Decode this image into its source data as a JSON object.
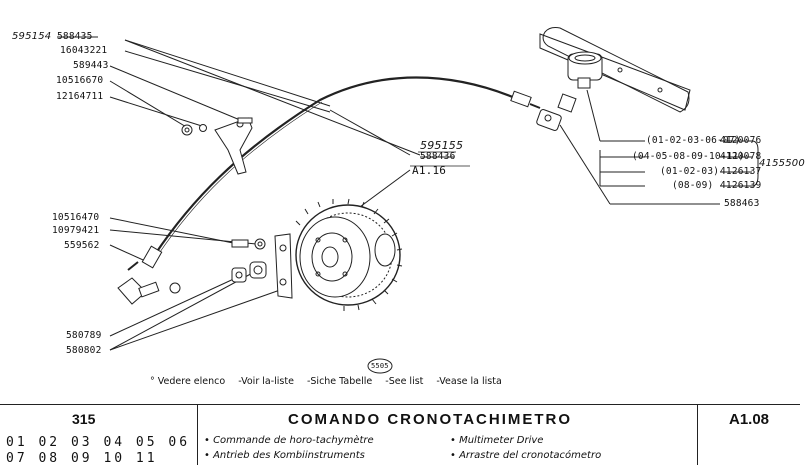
{
  "left_labels": {
    "l1_old": "588435",
    "l1_new": "595154",
    "l2": "16043221",
    "l3": "589443",
    "l4": "10516670",
    "l5": "12164711",
    "l6": "10516470",
    "l7": "10979421",
    "l8": "559562",
    "l9": "580789",
    "l10": "580802"
  },
  "center_labels": {
    "new_num": "595155",
    "old_num": "588436",
    "ref": "A1.16"
  },
  "right_labels": {
    "r1_models": "(01-02-03-06-07)",
    "r1_part": "4120076",
    "r2_models": "(04-05-08-09-10-11)",
    "r2_part": "4120078",
    "r3_models": "(01-02-03)",
    "r3_part": "4126137",
    "r4_models": "(08-09)",
    "r4_part": "4126139",
    "bracket_part": "4155500",
    "r5": "588463"
  },
  "stamp": "5505",
  "legend": [
    "° Vedere elenco",
    "-Voir la-liste",
    "-Siche Tabelle",
    "-See list",
    "-Vease la lista"
  ],
  "footer": {
    "group": "315",
    "models_row1": "01 02 03 04 05 06",
    "models_row2": "07 08 09 10 11",
    "title": "COMANDO CRONOTACHIMETRO",
    "tr_fr": "• Commande de horo-tachymètre",
    "tr_de": "• Antrieb des Kombiinstruments",
    "tr_en": "• Multimeter Drive",
    "tr_es": "• Arrastre del cronotacómetro",
    "code": "A1.08"
  }
}
